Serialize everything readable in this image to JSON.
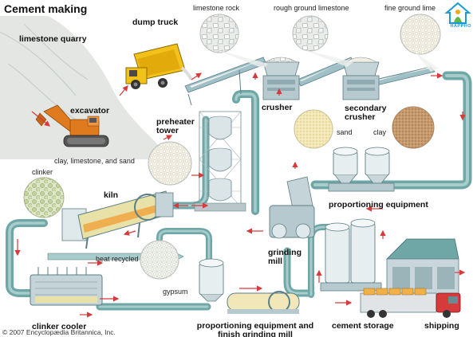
{
  "title": "Cement making",
  "labels": {
    "limestone_quarry": "limestone quarry",
    "dump_truck": "dump truck",
    "limestone_rock": "limestone rock",
    "rough_ground_limestone": "rough ground limestone",
    "fine_ground_lime": "fine ground lime",
    "excavator": "excavator",
    "crusher": "crusher",
    "secondary_crusher": "secondary crusher",
    "preheater_tower": "preheater tower",
    "sand": "sand",
    "clay": "clay",
    "clay_limestone_sand": "clay, limestone, and sand",
    "clinker": "clinker",
    "kiln": "kiln",
    "proportioning_equipment": "proportioning equipment",
    "heat_recycled": "heat recycled",
    "grinding_mill": "grinding mill",
    "gypsum": "gypsum",
    "clinker_cooler": "clinker cooler",
    "proportioning_finish": "proportioning equipment and finish grinding mill",
    "cement_storage": "cement storage",
    "shipping": "shipping"
  },
  "credit": "© 2007 Encyclopædia Britannica, Inc.",
  "logo": "HAPPHO",
  "colors": {
    "pipe": "#6fa6a6",
    "arrow": "#d63a3a",
    "machine_orange": "#e07a1e",
    "truck_yellow": "#f2c21a",
    "steel": "#c9d6dc"
  }
}
